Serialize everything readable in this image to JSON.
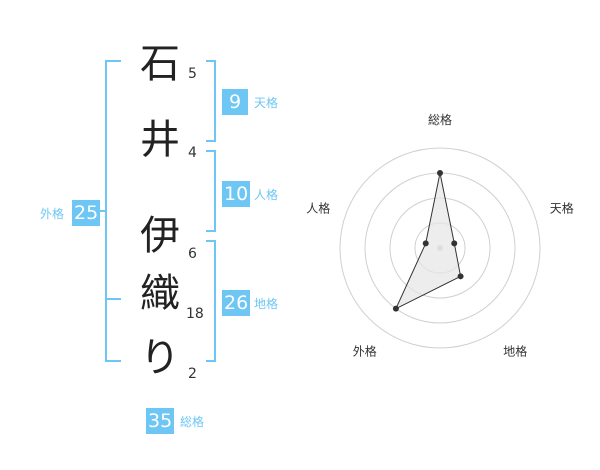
{
  "name": {
    "chars": [
      {
        "char": "石",
        "strokes": "5"
      },
      {
        "char": "井",
        "strokes": "4"
      },
      {
        "char": "伊",
        "strokes": "6"
      },
      {
        "char": "織",
        "strokes": "18"
      },
      {
        "char": "り",
        "strokes": "2"
      }
    ]
  },
  "fortunes": {
    "tenkaku": {
      "value": "9",
      "label": "天格"
    },
    "jinkaku": {
      "value": "10",
      "label": "人格"
    },
    "chikaku": {
      "value": "26",
      "label": "地格"
    },
    "gaikaku": {
      "value": "25",
      "label": "外格"
    },
    "soukaku": {
      "value": "35",
      "label": "総格"
    }
  },
  "colors": {
    "accent": "#6ec6f5",
    "text": "#222222",
    "radar_fill": "#e6e6e6",
    "radar_ring": "#d0d0d0"
  },
  "chart_data": {
    "type": "radar",
    "axes": [
      "総格",
      "天格",
      "地格",
      "外格",
      "人格"
    ],
    "series": [
      {
        "values": [
          0.75,
          0.15,
          0.35,
          0.75,
          0.15
        ]
      }
    ],
    "rings": 4,
    "range": [
      0,
      1
    ]
  }
}
